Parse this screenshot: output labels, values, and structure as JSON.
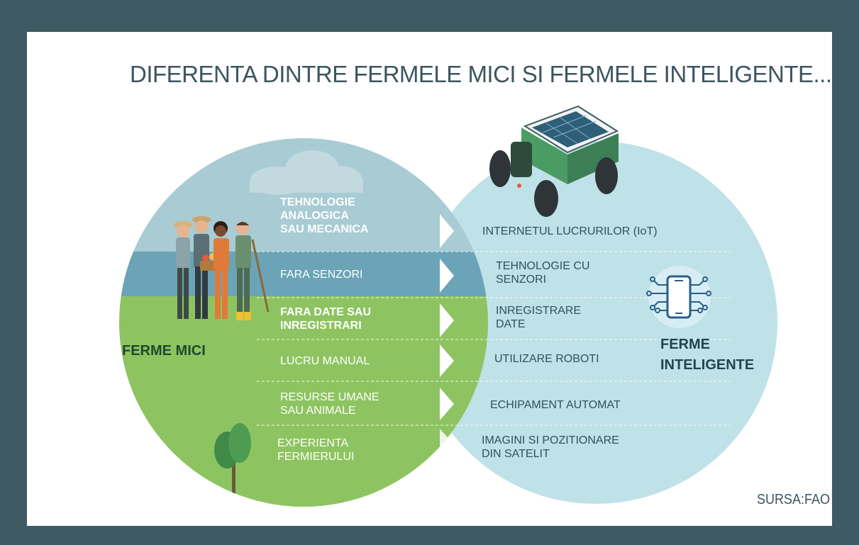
{
  "title": "DIFERENTA DINTRE FERMELE MICI SI FERMELE INTELIGENTE...",
  "left_group_label": "FERME MICI",
  "right_group_label_line1": "FERME",
  "right_group_label_line2": "INTELIGENTE",
  "source": "SURSA:FAO",
  "rows": [
    {
      "left_lines": [
        "TEHNOLOGIE",
        "ANALOGICA",
        "SAU MECANICA"
      ],
      "right_lines": [
        "INTERNETUL LUCRURILOR (IoT)"
      ]
    },
    {
      "left_lines": [
        "FARA SENZORI"
      ],
      "right_lines": [
        "TEHNOLOGIE CU",
        "SENZORI"
      ]
    },
    {
      "left_lines": [
        "FARA DATE SAU",
        "INREGISTRARI"
      ],
      "right_lines": [
        "INREGISTRARE",
        "DATE"
      ]
    },
    {
      "left_lines": [
        "LUCRU MANUAL"
      ],
      "right_lines": [
        "UTILIZARE ROBOTI"
      ]
    },
    {
      "left_lines": [
        "RESURSE UMANE",
        "SAU ANIMALE"
      ],
      "right_lines": [
        "ECHIPAMENT AUTOMAT"
      ]
    },
    {
      "left_lines": [
        "EXPERIENTA",
        "FERMIERULUI"
      ],
      "right_lines": [
        "IMAGINI SI POZITIONARE",
        "DIN SATELIT"
      ]
    }
  ],
  "colors": {
    "frame": "#3f5a63",
    "sky": "#a8cbd4",
    "sea": "#6aa4b6",
    "grass": "#8dc461",
    "right_circle": "#bfe1e8",
    "title": "#3c5560"
  },
  "icons": {
    "robot": "solar-robot-icon",
    "phone": "smartphone-circuit-icon",
    "farmers": "farmers-group-illustration",
    "tree": "tree-icon",
    "cloud": "cloud-icon"
  }
}
